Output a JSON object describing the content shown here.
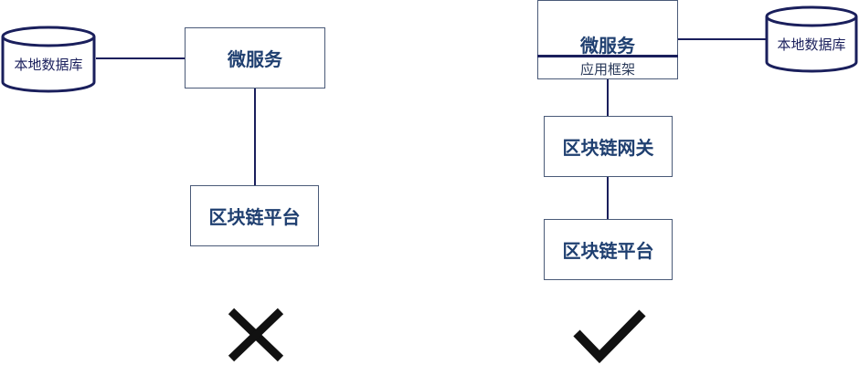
{
  "left": {
    "database_label": "本地数据库",
    "microservice_label": "微服务",
    "blockchain_platform_label": "区块链平台",
    "verdict_icon": "cross-icon"
  },
  "right": {
    "microservice_label": "微服务",
    "app_framework_label": "应用框架",
    "database_label": "本地数据库",
    "gateway_label": "区块链网关",
    "blockchain_platform_label": "区块链平台",
    "verdict_icon": "check-icon"
  },
  "colors": {
    "line": "#1a1f5c",
    "box_border": "#4a5a78",
    "text": "#1f3f70"
  }
}
